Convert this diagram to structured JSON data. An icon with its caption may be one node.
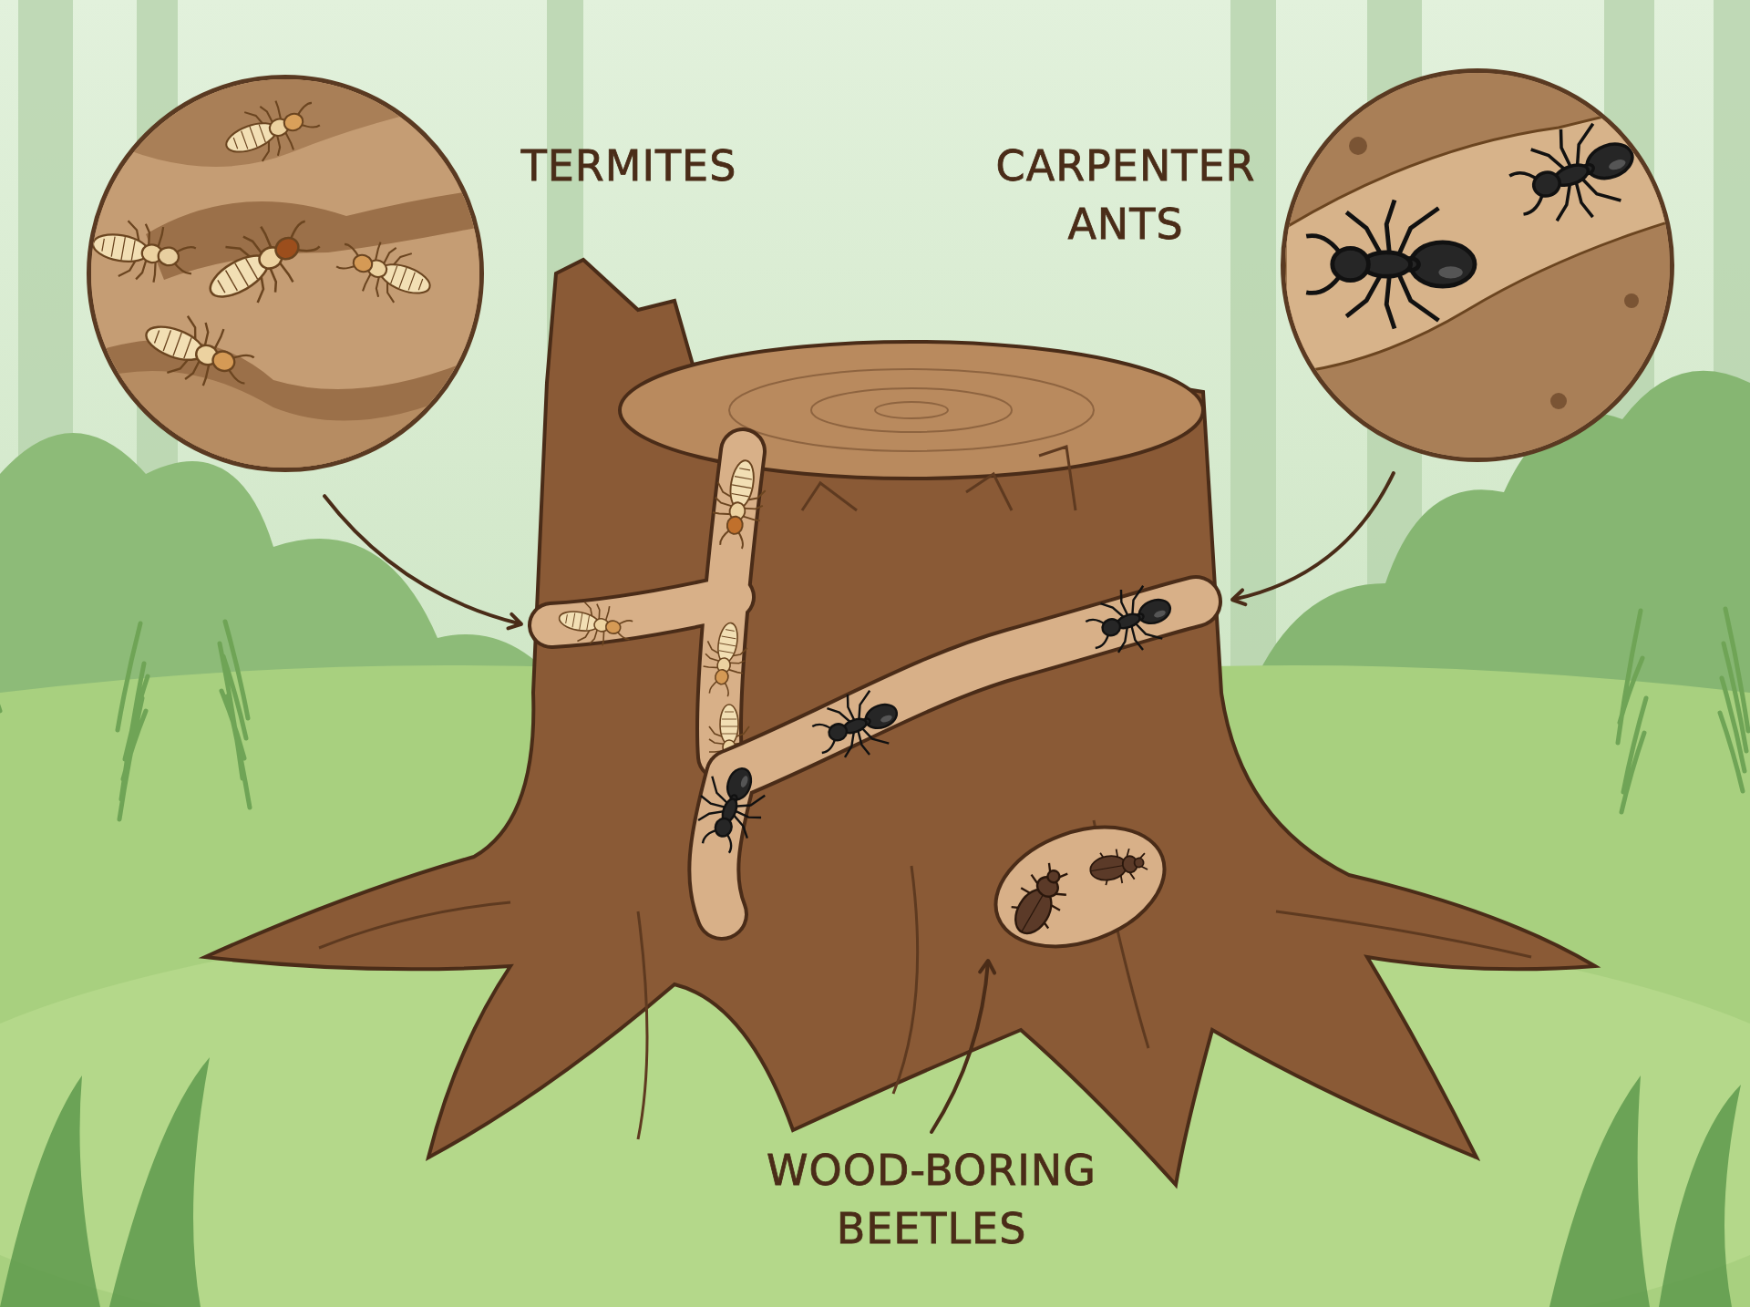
{
  "diagram": {
    "nodes": [
      {
        "text": [],
        "shape": "picture",
        "beside": [
          "TERMITES"
        ]
      },
      {
        "text": [],
        "shape": "picture",
        "beside": [
          "CARPENTER ANTS"
        ]
      },
      {
        "text": [],
        "shape": "picture"
      },
      {
        "text": [],
        "shape": "picture"
      },
      {
        "text": [],
        "shape": "picture"
      },
      {
        "text": [
          "WOOD-BORING BEETLES"
        ]
      }
    ],
    "edges": [
      {
        "from": 0,
        "to": 2,
        "arrow": "to"
      },
      {
        "from": 1,
        "to": 3,
        "arrow": "to"
      },
      {
        "from": 5,
        "to": 4,
        "arrow": "to"
      }
    ]
  }
}
